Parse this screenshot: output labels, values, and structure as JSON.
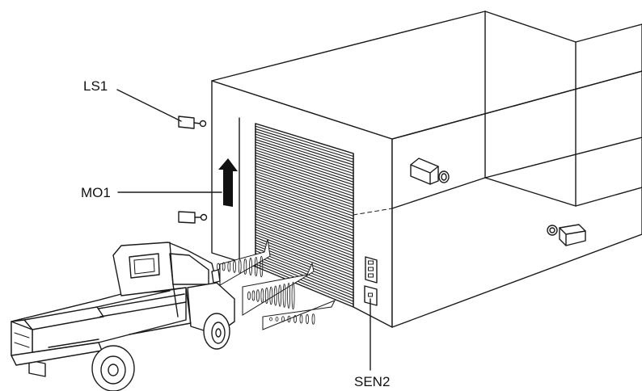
{
  "labels": {
    "limit_switch": "LS1",
    "motor": "MO1",
    "sensor": "SEN2"
  }
}
